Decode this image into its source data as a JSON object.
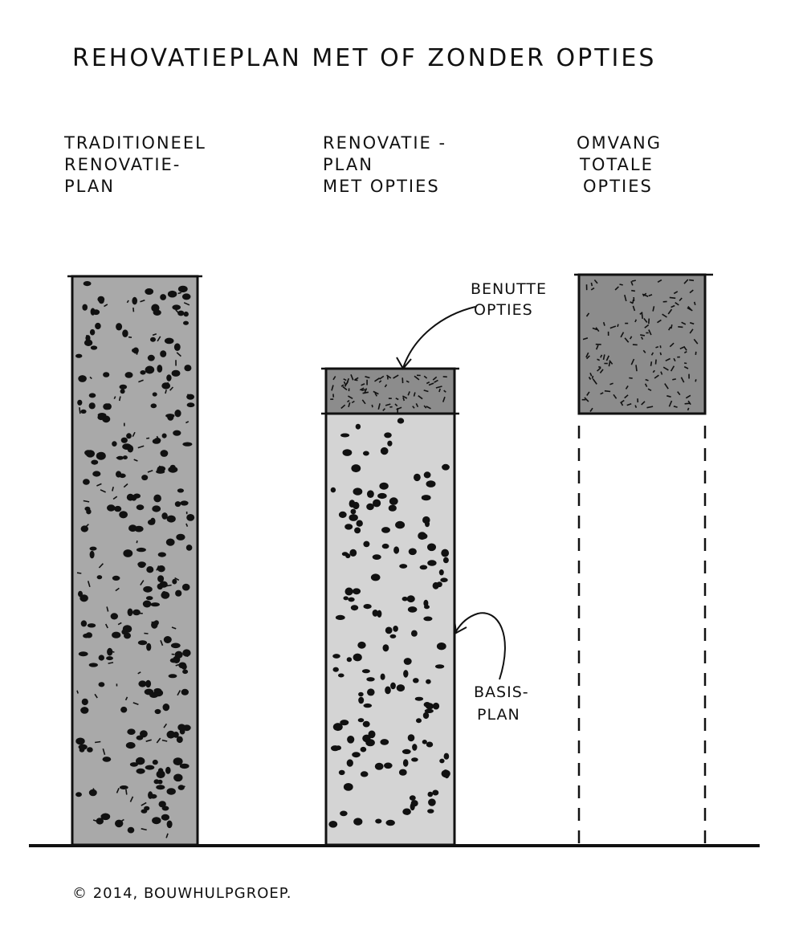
{
  "title": "REHOVATIEPLAN MET OF ZONDER OPTIES",
  "columns": [
    {
      "label_lines": [
        "TRADITIONEEL",
        "RENOVATIE-",
        "PLAN"
      ]
    },
    {
      "label_lines": [
        "RENOVATIE -",
        "PLAN",
        "MET OPTIES"
      ]
    },
    {
      "label_lines": [
        "OMVANG",
        "TOTALE",
        "OPTIES"
      ]
    }
  ],
  "annotations": {
    "used_options_lines": [
      "BENUTTE",
      "OPTIES"
    ],
    "base_plan_lines": [
      "BASIS-",
      "PLAN"
    ]
  },
  "copyright": "© 2014, BOUWHULPGROEP.",
  "colors": {
    "ink": "#111111",
    "traditional_fill": "#a9a9a9",
    "base_plan_fill": "#d4d4d4",
    "options_fill": "#8c8c8c",
    "background": "#ffffff"
  }
}
